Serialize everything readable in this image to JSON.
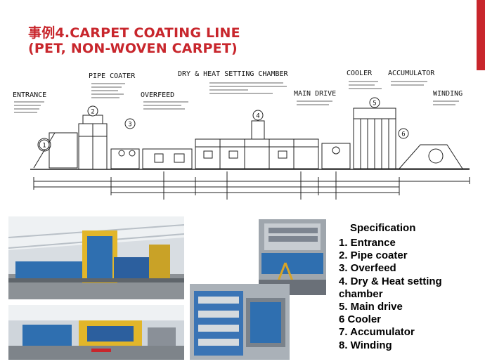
{
  "title": {
    "line1": "事例4.CARPET COATING LINE",
    "line2": "(PET, NON-WOVEN CARPET)"
  },
  "drawing": {
    "section_labels": [
      "PIPE COATER",
      "DRY & HEAT SETTING CHAMBER",
      "COOLER",
      "ACCUMULATOR",
      "ENTRANCE",
      "OVERFEED",
      "MAIN DRIVE",
      "WINDING"
    ],
    "markers": [
      "1",
      "2",
      "3",
      "4",
      "5",
      "6"
    ]
  },
  "specification": {
    "heading": "Specification",
    "items": [
      "1. Entrance",
      "2. Pipe coater",
      "3. Overfeed",
      "4. Dry & Heat setting chamber",
      "5. Main drive",
      "6  Cooler",
      "7. Accumulator",
      "8. Winding"
    ]
  },
  "colors": {
    "title": "#c8262c",
    "accent_bar": "#c8262c",
    "machine_blue": "#2f6fb0",
    "machine_yellow": "#e2b62a"
  }
}
